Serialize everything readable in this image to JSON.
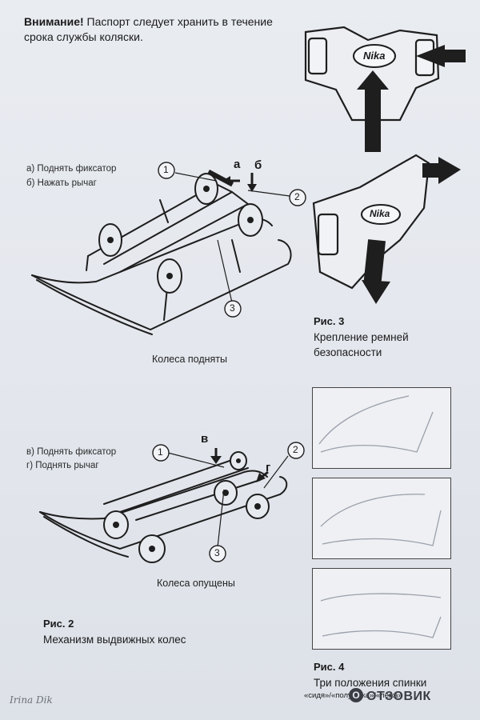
{
  "warning": {
    "bold": "Внимание!",
    "text": " Паспорт следует хранить в течение срока службы коляски."
  },
  "fig2_top": {
    "step_a": "а) Поднять фиксатор",
    "step_b": "б) Нажать рычаг",
    "letter_a": "а",
    "letter_b": "б",
    "caption": "Колеса подняты"
  },
  "fig2_bottom": {
    "step_v": "в) Поднять фиксатор",
    "step_g": "г) Поднять рычаг",
    "letter_v": "в",
    "letter_g": "г",
    "caption": "Колеса опущены"
  },
  "callouts": {
    "one": "1",
    "two": "2",
    "three": "3"
  },
  "fig2": {
    "number": "Рис. 2",
    "title": "Механизм выдвижных колес"
  },
  "fig3": {
    "number": "Рис. 3",
    "title_line1": "Крепление ремней",
    "title_line2": "безопасности",
    "brand": "Nika"
  },
  "fig4": {
    "number": "Рис. 4",
    "title_line1": "Три положения спинки",
    "title_line2": "«сидя»/«полулежа»/«лежа»"
  },
  "watermarks": {
    "author": "Irina  Dik",
    "site": "ОТЗОВИК",
    "site_badge": "О"
  }
}
